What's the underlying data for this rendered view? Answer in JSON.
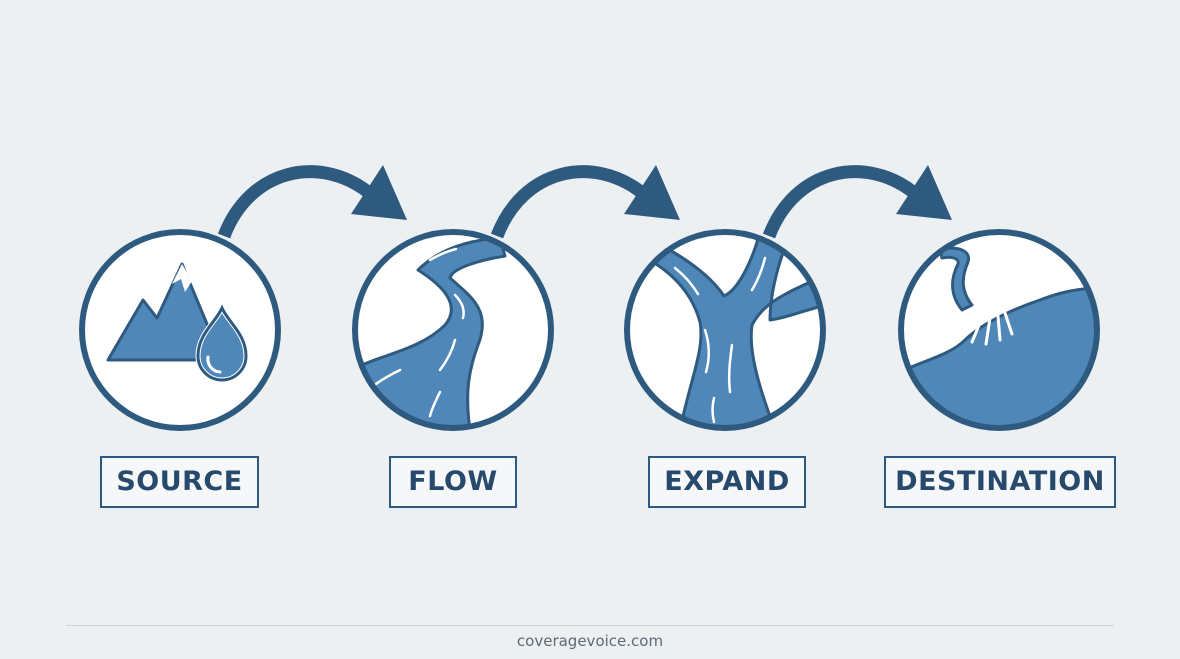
{
  "colors": {
    "background": "#ecf0f3",
    "stroke": "#2f5a7f",
    "water": "#4f87b9",
    "circle_fill": "#ffffff"
  },
  "stages": [
    {
      "label": "SOURCE",
      "icon": "mountain-water-drop-icon"
    },
    {
      "label": "FLOW",
      "icon": "winding-river-icon"
    },
    {
      "label": "EXPAND",
      "icon": "branching-river-icon"
    },
    {
      "label": "DESTINATION",
      "icon": "river-delta-icon"
    }
  ],
  "connectors": [
    "curved-arrow-icon",
    "curved-arrow-icon",
    "curved-arrow-icon"
  ],
  "footer": {
    "site": "coveragevoice.com"
  }
}
